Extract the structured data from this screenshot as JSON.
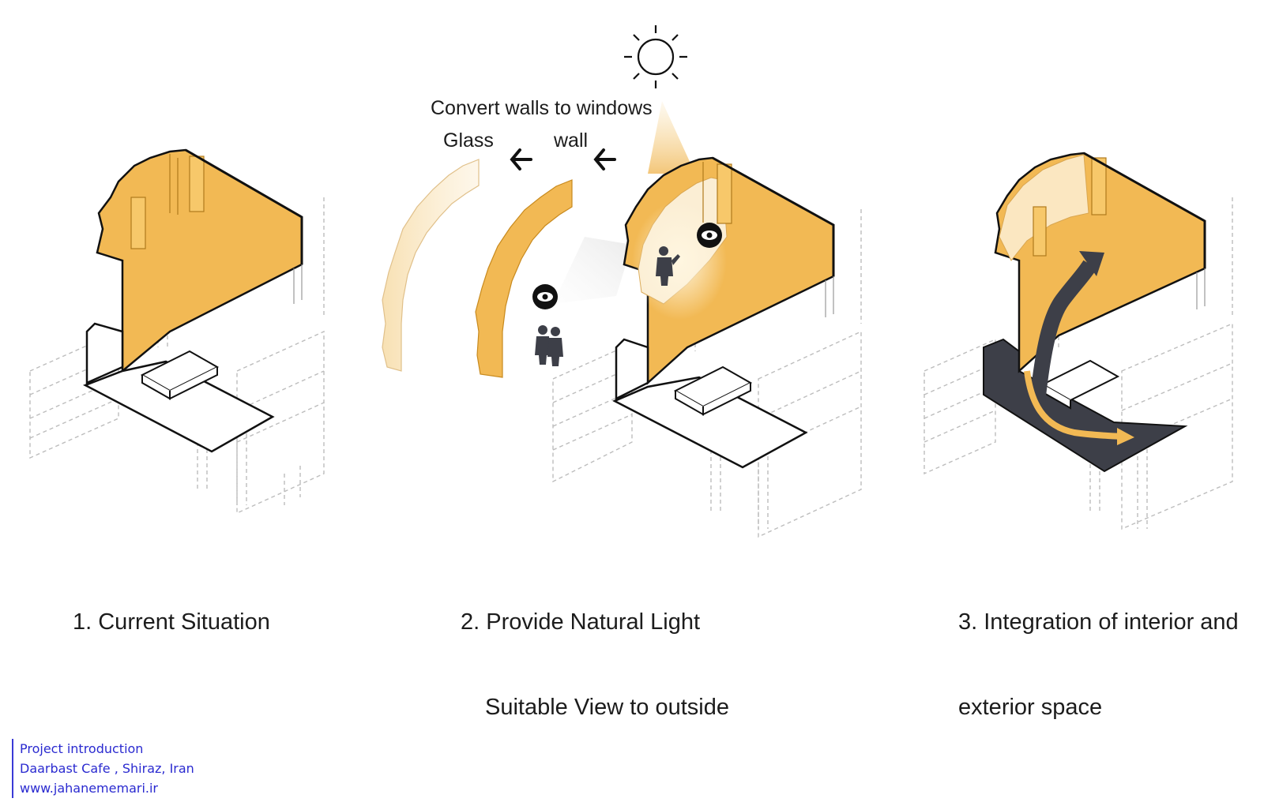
{
  "labels": {
    "convert": "Convert walls to windows",
    "glass": "Glass",
    "wall": "wall"
  },
  "captions": [
    {
      "line1": "1. Current Situation",
      "line2": ""
    },
    {
      "line1": "2. Provide Natural Light",
      "line2": "Suitable View to outside"
    },
    {
      "line1": "3. Integration of interior and",
      "line2": "exterior space"
    }
  ],
  "credits": {
    "line1": "Project introduction",
    "line2": "Daarbast Cafe , Shiraz, Iran",
    "line3": "www.jahanememari.ir"
  },
  "colors": {
    "wall_orange": "#f2b954",
    "dark_floor": "#3d3f48",
    "line_black": "#111111",
    "ghost_grey": "#bdbdbd",
    "credit_blue": "#2a2ad0"
  },
  "icons": [
    "sun-icon",
    "eye-icon",
    "arrow-left-icon",
    "people-icon",
    "flow-arrow-icon"
  ]
}
